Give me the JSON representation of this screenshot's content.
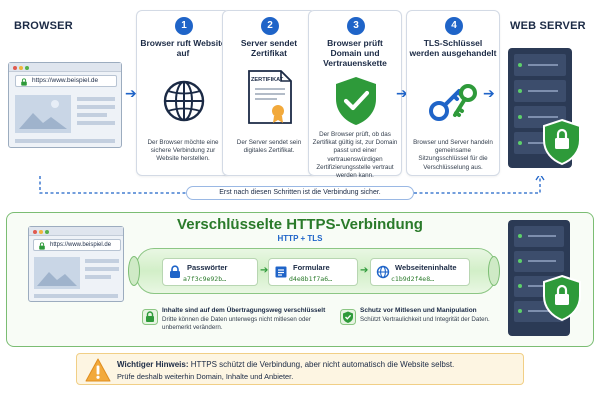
{
  "headers": {
    "browser": "BROWSER",
    "web_server": "WEB SERVER"
  },
  "top_browser": {
    "url": "https://www.beispiel.de"
  },
  "steps": [
    {
      "number": "1",
      "title": "Browser ruft Website auf",
      "icon": "globe-icon",
      "desc": "Der Browser möchte eine sichere Verbindung zur Website herstellen."
    },
    {
      "number": "2",
      "title": "Server sendet Zertifikat",
      "icon": "certificate-icon",
      "cert_label": "ZERTIFIKAT",
      "desc": "Der Server sendet sein digitales Zertifikat."
    },
    {
      "number": "3",
      "title": "Browser prüft Domain und Vertrauenskette",
      "icon": "shield-check-icon",
      "desc": "Der Browser prüft, ob das Zertifikat gültig ist, zur Domain passt und einer vertrauenswürdigen Zertifizierungsstelle vertraut werden kann."
    },
    {
      "number": "4",
      "title": "TLS-Schlüssel werden ausgehandelt",
      "icon": "keys-icon",
      "desc": "Browser und Server handeln gemeinsame Sitzungsschlüssel für die Verschlüsselung aus."
    }
  ],
  "sep_note": "Erst nach diesen Schritten ist die Verbindung sicher.",
  "connection": {
    "title": "Verschlüsselte HTTPS-Verbindung",
    "subtitle": "HTTP + TLS",
    "url": "https://www.beispiel.de",
    "items": [
      {
        "name": "Passwörter",
        "code": "a7f3c9e92b…",
        "icon": "lock-icon"
      },
      {
        "name": "Formulare",
        "code": "d4e8b1f7a6…",
        "icon": "form-icon"
      },
      {
        "name": "Webseiteninhalte",
        "code": "c1b9d2f4e8…",
        "icon": "globe-icon"
      }
    ],
    "info_left": {
      "title": "Inhalte sind auf dem Übertragungsweg verschlüsselt",
      "desc": "Dritte können die Daten unterwegs nicht mitlesen oder unbemerkt verändern."
    },
    "info_right": {
      "title": "Schutz vor Mitlesen und Manipulation",
      "desc": "Schützt Vertraulichkeit und Integrität der Daten."
    }
  },
  "hint": {
    "label": "Wichtiger Hinweis:",
    "text": "HTTPS schützt die Verbindung, aber nicht automatisch die Website selbst.",
    "desc": "Prüfe deshalb weiterhin Domain, Inhalte und Anbieter."
  },
  "colors": {
    "accent_blue": "#1f64c8",
    "accent_green": "#2e9a3a",
    "server_dark": "#2b3a55",
    "warning": "#f2a93b"
  }
}
